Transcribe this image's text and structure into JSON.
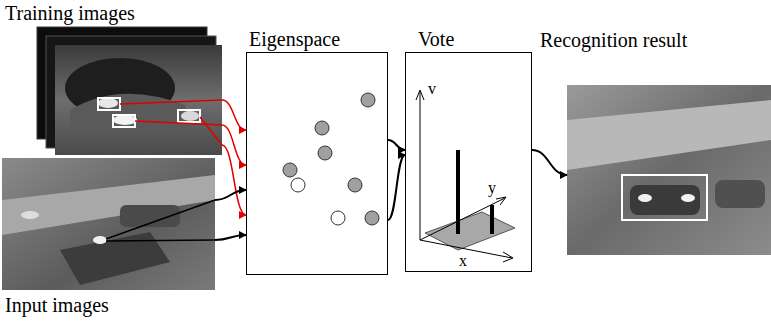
{
  "diagram": {
    "nodes": [
      {
        "text": [
          "Training images"
        ]
      },
      {
        "text": [
          "Input images"
        ]
      },
      {
        "text": [
          "Eigenspace"
        ]
      },
      {
        "text": [
          "Vote"
        ]
      },
      {
        "text": [
          "Recognition result"
        ]
      }
    ],
    "edges": [
      {
        "from": 0,
        "to": 2,
        "arrow": "to"
      },
      {
        "from": 0,
        "to": 2,
        "arrow": "to"
      },
      {
        "from": 0,
        "to": 2,
        "arrow": "to"
      },
      {
        "from": 1,
        "to": 2,
        "arrow": "to"
      },
      {
        "from": 1,
        "to": 2,
        "arrow": "to"
      },
      {
        "from": 2,
        "to": 3,
        "arrow": "to"
      },
      {
        "from": 2,
        "to": 3,
        "arrow": "to"
      },
      {
        "from": 3,
        "to": 4,
        "arrow": "to"
      }
    ],
    "labels": [
      "v",
      "y",
      "x"
    ]
  }
}
